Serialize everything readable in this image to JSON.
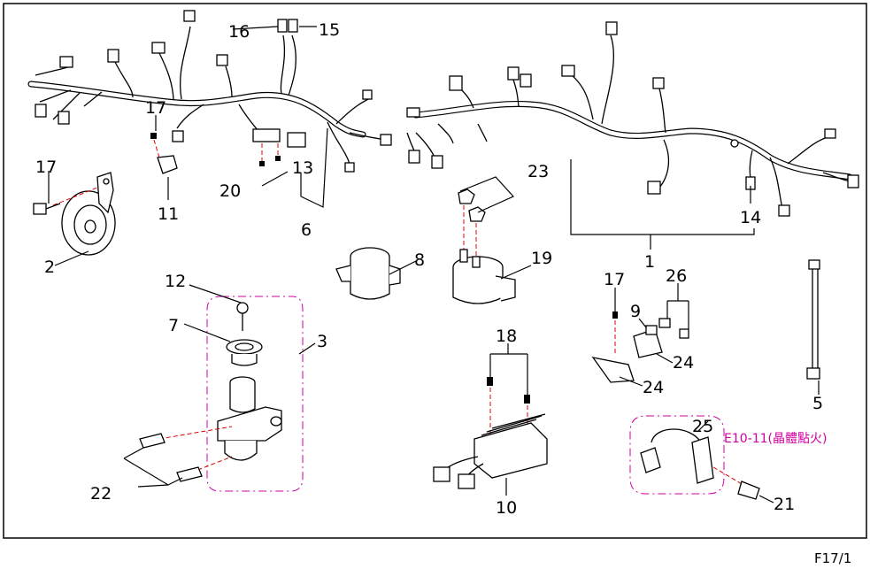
{
  "diagram": {
    "part_numbers": [
      "1",
      "2",
      "3",
      "5",
      "6",
      "7",
      "8",
      "9",
      "10",
      "11",
      "12",
      "13",
      "14",
      "15",
      "16",
      "17",
      "17",
      "17",
      "18",
      "19",
      "20",
      "21",
      "22",
      "23",
      "24",
      "24",
      "25",
      "26"
    ],
    "reference_note": "E10-11(晶體點火)",
    "sheet_number": "F17/1"
  },
  "callouts": {
    "p1": "1",
    "p2": "2",
    "p3": "3",
    "p5": "5",
    "p6": "6",
    "p7": "7",
    "p8": "8",
    "p9": "9",
    "p10": "10",
    "p11": "11",
    "p12": "12",
    "p13": "13",
    "p14": "14",
    "p15": "15",
    "p16": "16",
    "p17a": "17",
    "p17b": "17",
    "p17c": "17",
    "p18": "18",
    "p19": "19",
    "p20": "20",
    "p21": "21",
    "p22": "22",
    "p23": "23",
    "p24a": "24",
    "p24b": "24",
    "p25": "25",
    "p26": "26"
  },
  "colors": {
    "line": "#000000",
    "magenta": "#d000a0",
    "red_dash": "#dd0000"
  }
}
